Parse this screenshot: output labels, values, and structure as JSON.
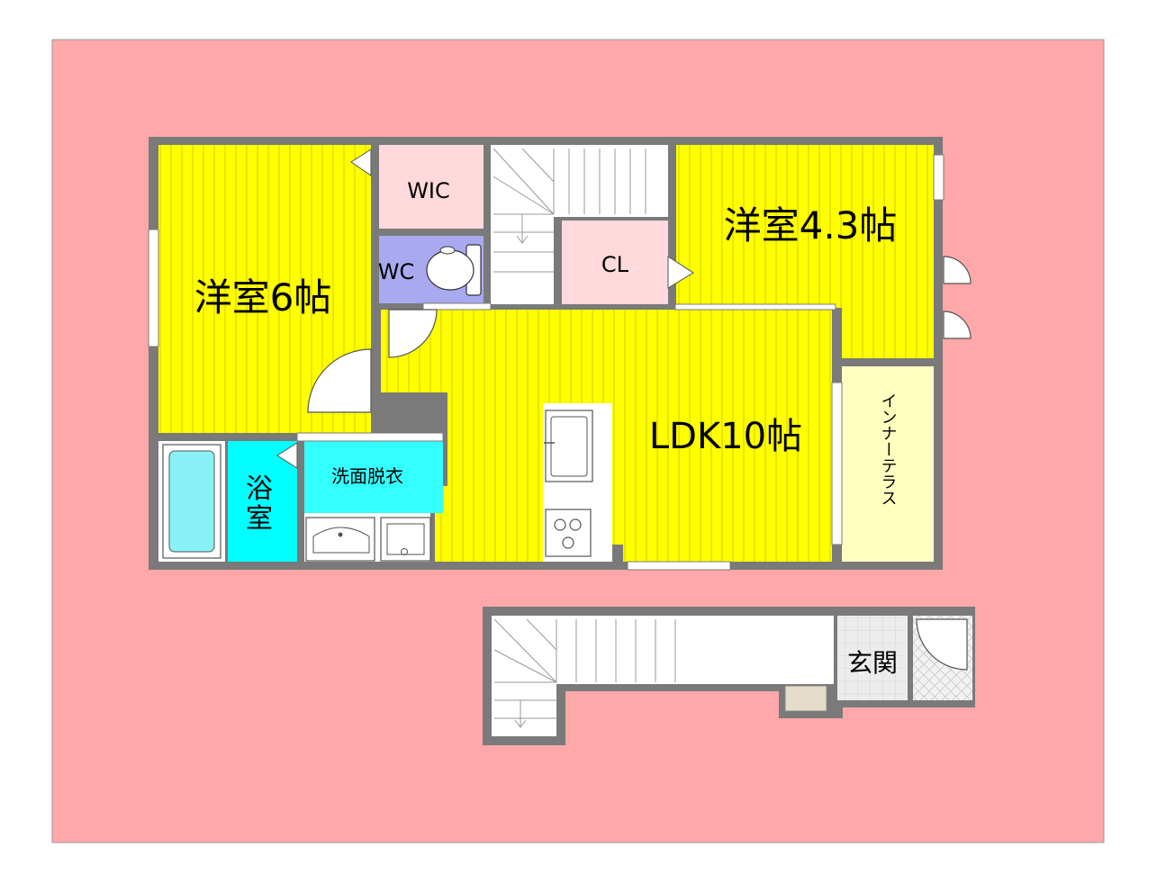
{
  "floorplan": {
    "rooms": {
      "western_6": {
        "label": "洋室6帖",
        "color": "#ffff00"
      },
      "wic": {
        "label": "WIC",
        "color": "#ffd9dc"
      },
      "wc": {
        "label": "WC",
        "color": "#a9a9f0"
      },
      "cl": {
        "label": "CL",
        "color": "#ffd9dc"
      },
      "western_43": {
        "label": "洋室4.3帖",
        "color": "#ffff00"
      },
      "ldk": {
        "label": "LDK10帖",
        "color": "#ffff00"
      },
      "inner_terrace": {
        "label": "インナーテラス",
        "color": "#ffffc0"
      },
      "bath": {
        "label_1": "浴",
        "label_2": "室",
        "color": "#00ffff"
      },
      "washroom": {
        "label": "洗面脱衣",
        "color": "#33ffff"
      },
      "entrance": {
        "label": "玄関",
        "color": "#ececec"
      }
    },
    "colors": {
      "site": "#ffa7a9",
      "wall": "#7a7a7a",
      "stairs": "#ffffff",
      "fixture": "#ffffff"
    },
    "icons": {
      "stairs_upper": "stairs-icon",
      "stairs_lower": "stairs-icon",
      "toilet": "toilet-icon",
      "bathtub": "bathtub-icon",
      "sink": "sink-icon",
      "washer": "washing-machine-icon",
      "kitchen_sink": "kitchen-sink-icon",
      "stove": "stove-icon"
    }
  }
}
